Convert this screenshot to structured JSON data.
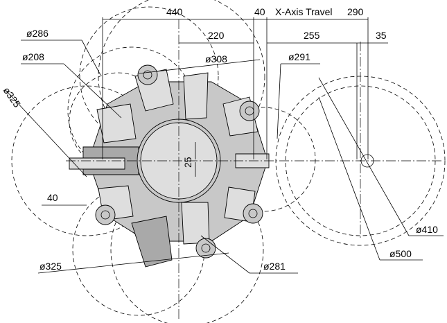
{
  "labels": {
    "dim_440": "440",
    "dim_40_top": "40",
    "x_axis_travel": "X-Axis Travel",
    "dim_290": "290",
    "dim_220": "220",
    "dim_255": "255",
    "dim_35": "35",
    "dia_286": "ø286",
    "dia_208": "ø208",
    "dia_308": "ø308",
    "dia_291": "ø291",
    "dia_325_left": "ø325",
    "dim_25": "25",
    "dim_40_left": "40",
    "dia_410": "ø410",
    "dia_500": "ø500",
    "dia_325_bottom": "ø325",
    "dia_281": "ø281"
  },
  "colors": {
    "line": "#000000",
    "part_fill": "#c8c8c8",
    "part_dark": "#a9a9a9",
    "part_light": "#dedede"
  }
}
